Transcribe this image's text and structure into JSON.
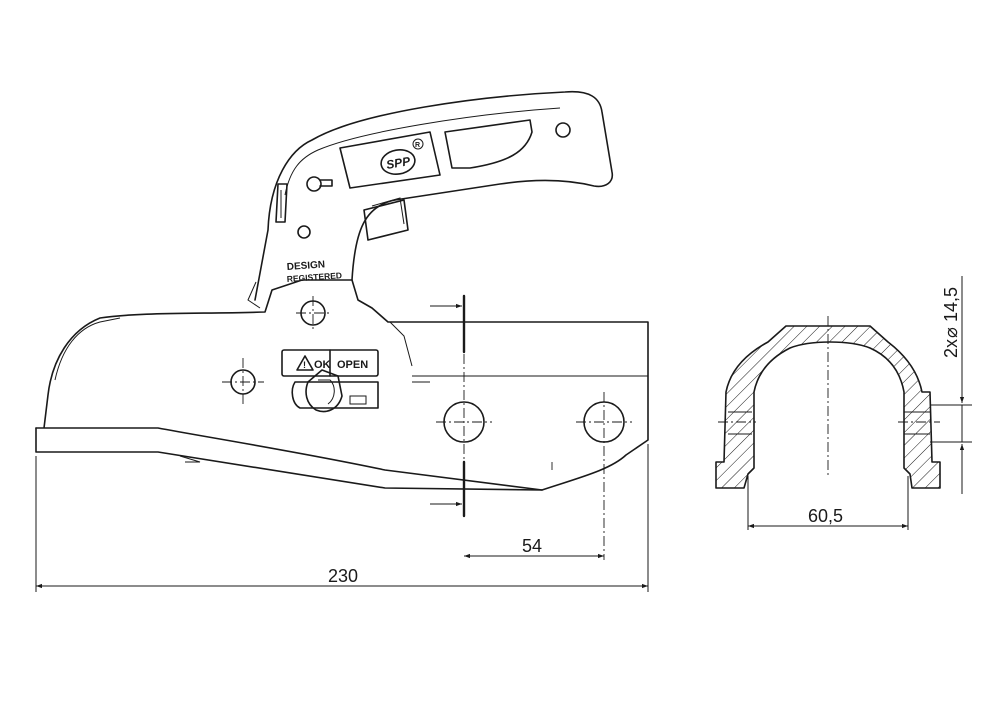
{
  "dimensions": {
    "overall_length": "230",
    "hole_spacing": "54",
    "inner_width": "60,5",
    "hole_spec_prefix": "2x",
    "hole_spec_symbol": "⌀",
    "hole_spec_value": "14,5"
  },
  "labels": {
    "design_line1": "DESIGN",
    "design_line2": "REGISTERED",
    "ok": "OK",
    "open": "OPEN",
    "logo": "SPP",
    "registered_mark": "R"
  }
}
